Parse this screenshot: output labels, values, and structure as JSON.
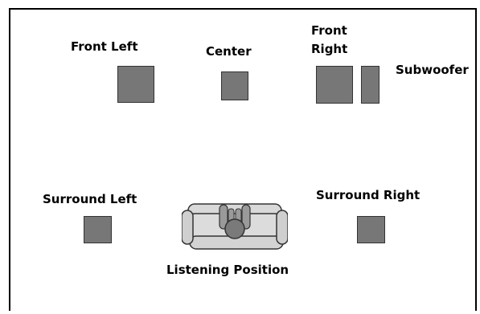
{
  "speaker_fill": "#777777",
  "labels": {
    "front_left": "Front Left",
    "center": "Center",
    "front_right_line1": "Front",
    "front_right_line2": "Right",
    "subwoofer": "Subwoofer",
    "surround_left": "Surround Left",
    "surround_right": "Surround Right",
    "listening_position": "Listening Position"
  }
}
